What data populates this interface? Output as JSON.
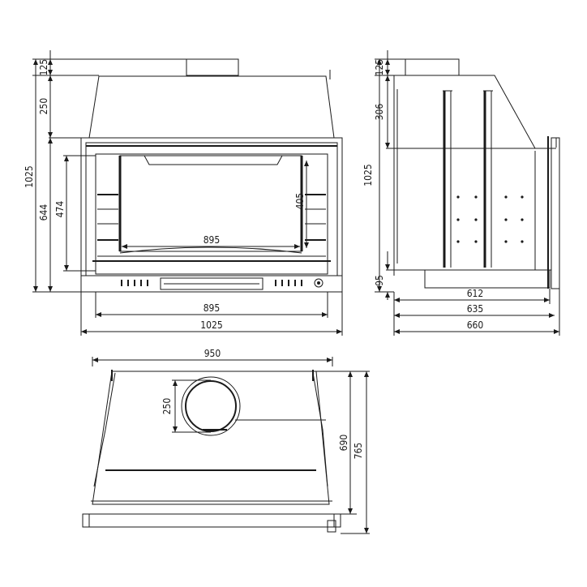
{
  "front_view": {
    "dims": {
      "flue": "125",
      "hood": "250",
      "total_height": "1025",
      "body_height": "644",
      "opening_height": "474",
      "glass_height": "405",
      "inner_width": "895",
      "outer_width_inner": "895",
      "outer_width": "1025"
    }
  },
  "side_view": {
    "dims": {
      "flue": "125",
      "hood": "306",
      "total_height": "1025",
      "base": "95",
      "depth_a": "612",
      "depth_b": "635",
      "depth_c": "660"
    }
  },
  "top_view": {
    "dims": {
      "width": "950",
      "flue_diameter": "250",
      "depth_inner": "690",
      "depth_outer": "765"
    }
  }
}
